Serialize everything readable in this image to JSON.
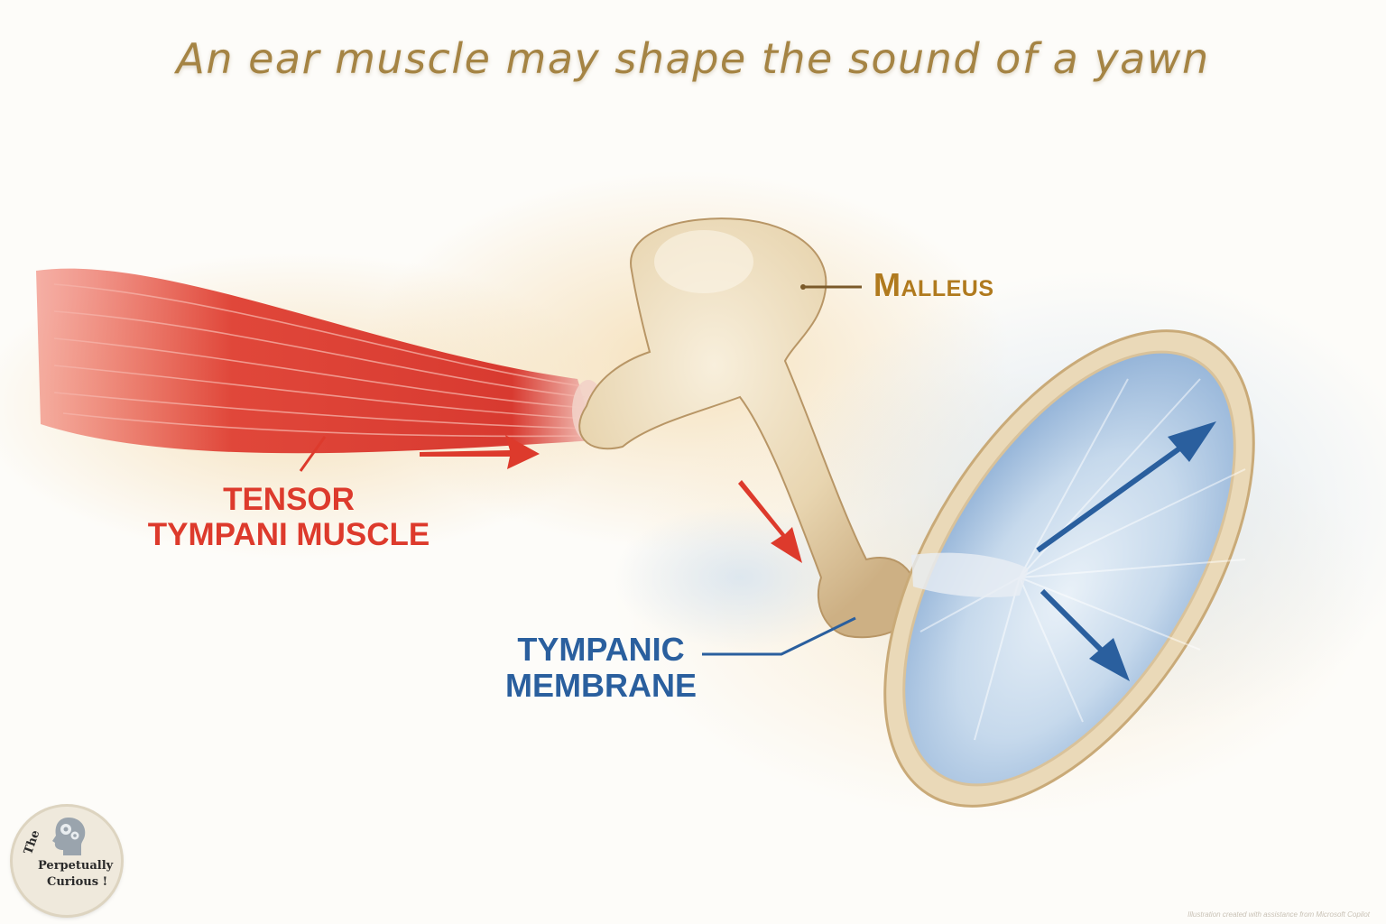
{
  "title": "An ear muscle may shape the sound of a yawn",
  "labels": {
    "muscle_line1": "TENSOR",
    "muscle_line2": "TYMPANI MUSCLE",
    "malleus": "Malleus",
    "membrane_line1": "TYMPANIC",
    "membrane_line2": "MEMBRANE"
  },
  "logo": {
    "the": "The",
    "line1": "Perpetually",
    "line2": "Curious !"
  },
  "credit": "Illustration created with assistance from Microsoft Copilot",
  "colors": {
    "title": "#a58444",
    "muscle": "#dd3a2c",
    "malleus_label": "#b07a1e",
    "membrane_label": "#2a5f9e",
    "bone": "#ecdcbd",
    "membrane": "#bcd3e8",
    "blue_arrow": "#2a5f9e",
    "red_arrow": "#dd3a2c"
  },
  "icons": [
    "head-gears-icon"
  ]
}
